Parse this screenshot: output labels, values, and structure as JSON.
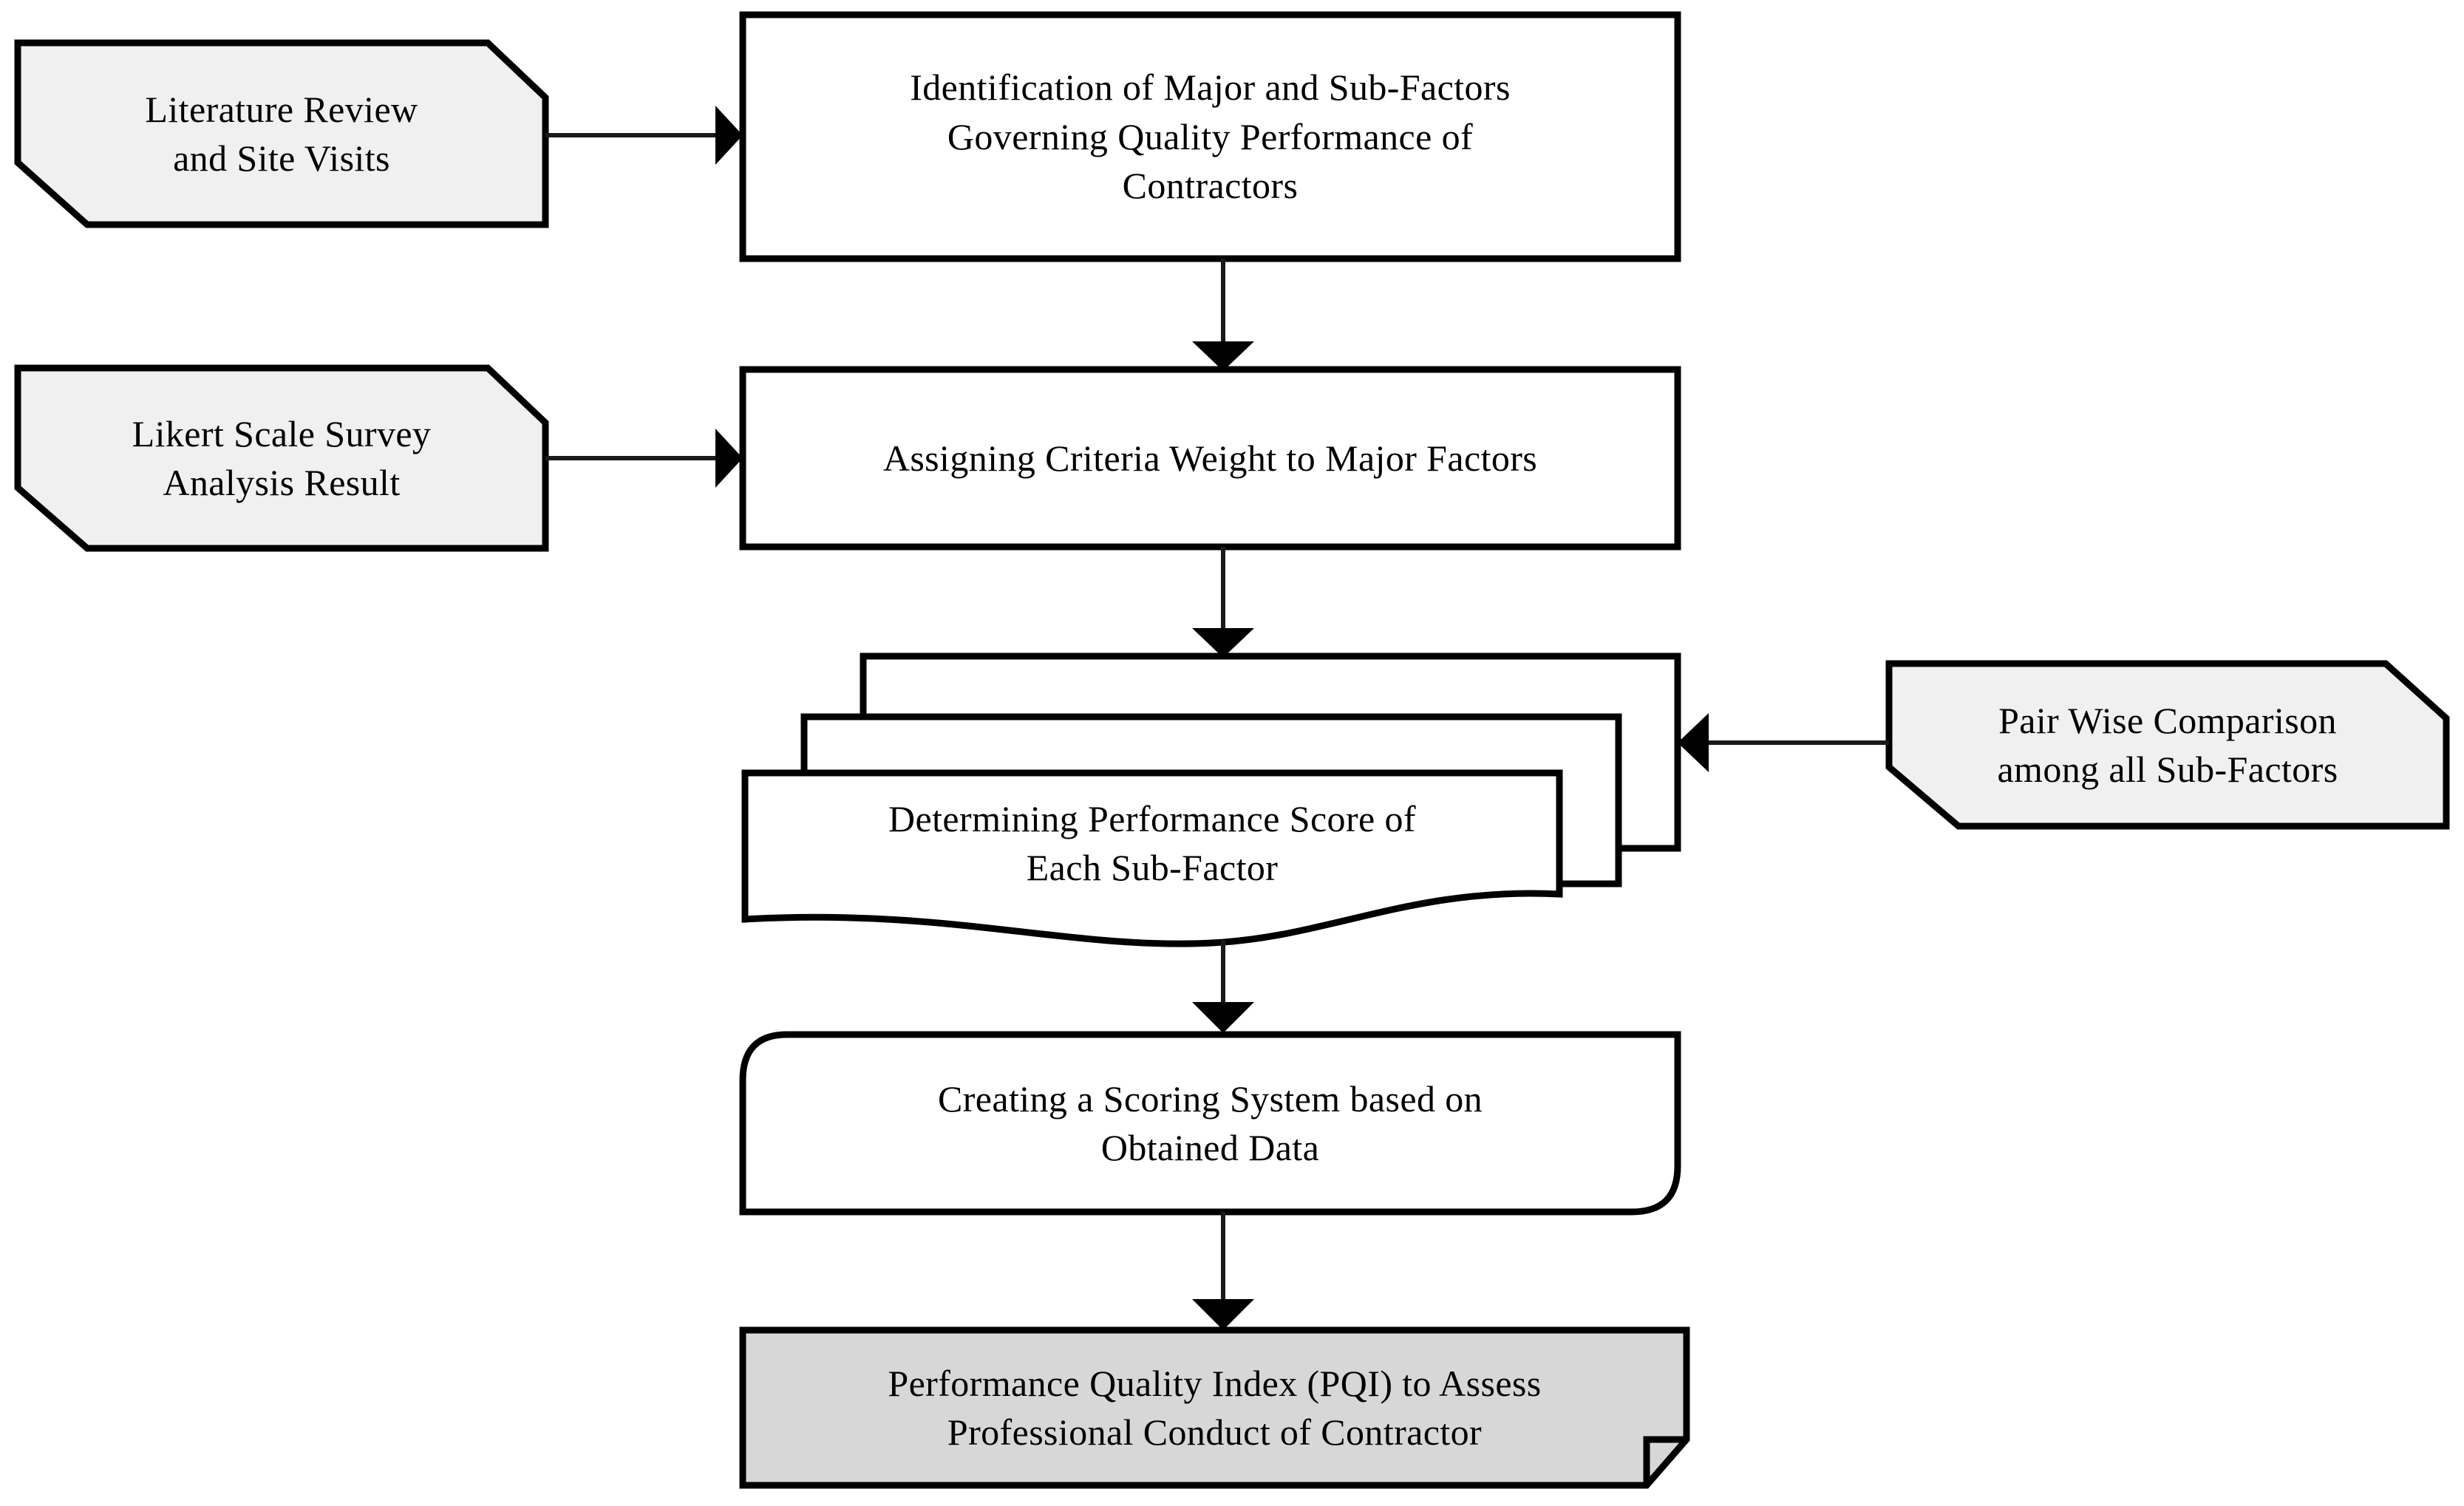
{
  "diagram": {
    "title": "Research Methodology Flowchart for Performance Quality Index",
    "background_color": "#ffffff",
    "outline_color": "#000000",
    "connector_color": "#1a1a1a",
    "input_fill_color": "#f0f0f0",
    "process_fill_color": "#ffffff",
    "result_fill_color": "#d7d7d7"
  },
  "nodes": {
    "literature_review": {
      "label": "Literature  Review\nand Site Visits",
      "shape": "tag",
      "role": "input"
    },
    "identification": {
      "label": "Identification  of Major and Sub-Factors\nGoverning  Quality  Performance of\nContractors",
      "shape": "rectangle",
      "role": "process"
    },
    "likert_survey": {
      "label": "Likert  Scale Survey\nAnalysis  Result",
      "shape": "tag",
      "role": "input"
    },
    "assigning_weight": {
      "label": "Assigning  Criteria  Weight  to Major Factors",
      "shape": "rectangle",
      "role": "process"
    },
    "determining_score": {
      "label": "Determining  Performance Score of\nEach Sub-Factor",
      "shape": "multi-document",
      "role": "process"
    },
    "pair_wise": {
      "label": "Pair Wise Comparison\namong all Sub-Factors",
      "shape": "tag",
      "role": "input"
    },
    "scoring_system": {
      "label": "Creating  a Scoring System based on\nObtained Data",
      "shape": "rounded-diagonal-rectangle",
      "role": "process"
    },
    "pqi_result": {
      "label": "Performance Quality  Index (PQI) to Assess\nProfessional Conduct of Contractor",
      "shape": "folded-corner-rectangle",
      "role": "result"
    }
  },
  "connectors": [
    {
      "name": "literature-to-identification",
      "from": "literature_review",
      "to": "identification",
      "direction": "right"
    },
    {
      "name": "identification-to-assigning",
      "from": "identification",
      "to": "assigning_weight",
      "direction": "down"
    },
    {
      "name": "likert-to-assigning",
      "from": "likert_survey",
      "to": "assigning_weight",
      "direction": "right"
    },
    {
      "name": "assigning-to-determining",
      "from": "assigning_weight",
      "to": "determining_score",
      "direction": "down"
    },
    {
      "name": "pairwise-to-determining",
      "from": "pair_wise",
      "to": "determining_score",
      "direction": "left"
    },
    {
      "name": "determining-to-scoring",
      "from": "determining_score",
      "to": "scoring_system",
      "direction": "down"
    },
    {
      "name": "scoring-to-pqi",
      "from": "scoring_system",
      "to": "pqi_result",
      "direction": "down"
    }
  ]
}
